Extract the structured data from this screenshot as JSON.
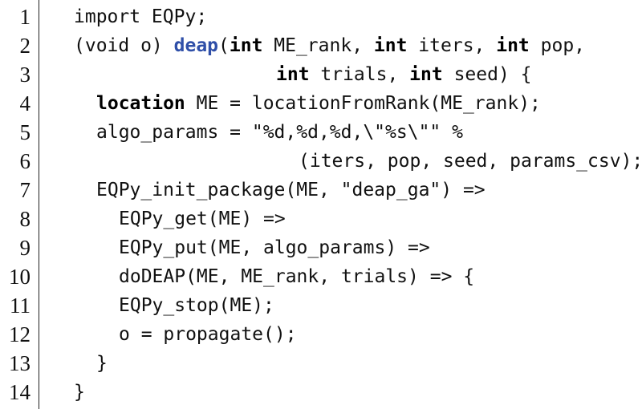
{
  "lines": [
    {
      "n": "1",
      "indent": 0,
      "segs": [
        [
          "t",
          "import EQPy;"
        ]
      ]
    },
    {
      "n": "2",
      "indent": 0,
      "segs": [
        [
          "t",
          "(void o) "
        ],
        [
          "f",
          "deap"
        ],
        [
          "t",
          "("
        ],
        [
          "k",
          "int"
        ],
        [
          "t",
          " ME_rank, "
        ],
        [
          "k",
          "int"
        ],
        [
          "t",
          " iters, "
        ],
        [
          "k",
          "int"
        ],
        [
          "t",
          " pop,"
        ]
      ]
    },
    {
      "n": "3",
      "indent": 9,
      "segs": [
        [
          "k",
          "int"
        ],
        [
          "t",
          " trials, "
        ],
        [
          "k",
          "int"
        ],
        [
          "t",
          " seed) {"
        ]
      ]
    },
    {
      "n": "4",
      "indent": 1,
      "segs": [
        [
          "k",
          "location"
        ],
        [
          "t",
          " ME = locationFromRank(ME_rank);"
        ]
      ]
    },
    {
      "n": "5",
      "indent": 1,
      "segs": [
        [
          "t",
          "algo_params = \"%d,%d,%d,\\\"%s\\\"\" %"
        ]
      ]
    },
    {
      "n": "6",
      "indent": 10,
      "segs": [
        [
          "t",
          "(iters, pop, seed, params_csv);"
        ]
      ]
    },
    {
      "n": "7",
      "indent": 1,
      "segs": [
        [
          "t",
          "EQPy_init_package(ME, \"deap_ga\") =>"
        ]
      ]
    },
    {
      "n": "8",
      "indent": 2,
      "segs": [
        [
          "t",
          "EQPy_get(ME) =>"
        ]
      ]
    },
    {
      "n": "9",
      "indent": 2,
      "segs": [
        [
          "t",
          "EQPy_put(ME, algo_params) =>"
        ]
      ]
    },
    {
      "n": "10",
      "indent": 2,
      "segs": [
        [
          "t",
          "doDEAP(ME, ME_rank, trials) => {"
        ]
      ]
    },
    {
      "n": "11",
      "indent": 2,
      "segs": [
        [
          "t",
          "EQPy_stop(ME);"
        ]
      ]
    },
    {
      "n": "12",
      "indent": 2,
      "segs": [
        [
          "t",
          "o = propagate();"
        ]
      ]
    },
    {
      "n": "13",
      "indent": 1,
      "segs": [
        [
          "t",
          "}"
        ]
      ]
    },
    {
      "n": "14",
      "indent": 0,
      "segs": [
        [
          "t",
          "}"
        ]
      ]
    }
  ],
  "colors": {
    "keyword": "#000000",
    "function_name": "#2f4fa8",
    "text": "#111111"
  }
}
